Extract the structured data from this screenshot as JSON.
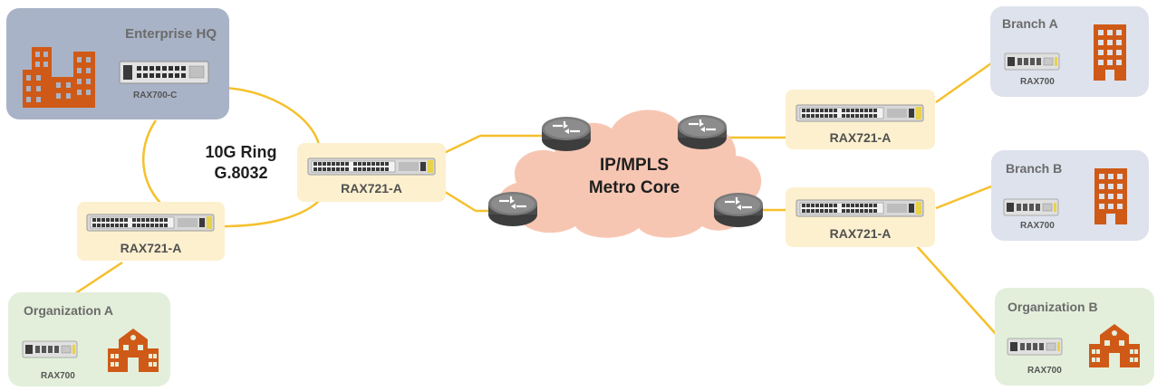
{
  "colors": {
    "link": "#f5c02c",
    "enterprise_bg": "#a9b3c7",
    "branch_bg": "#dde2ec",
    "organization_bg": "#e3efda",
    "node_bg": "#fdf0cf",
    "cloud_fill": "#f7c6b2",
    "building": "#cf5a17",
    "router_body": "#4d4d4d"
  },
  "sites": {
    "enterprise_hq": {
      "title": "Enterprise HQ",
      "device": "RAX700-C",
      "building_icon": "office-buildings-icon"
    },
    "branch_a": {
      "title": "Branch A",
      "device": "RAX700",
      "building_icon": "office-building-icon"
    },
    "branch_b": {
      "title": "Branch B",
      "device": "RAX700",
      "building_icon": "office-building-icon"
    },
    "organization_a": {
      "title": "Organization A",
      "device": "RAX700",
      "building_icon": "school-building-icon"
    },
    "organization_b": {
      "title": "Organization B",
      "device": "RAX700",
      "building_icon": "school-building-icon"
    }
  },
  "ring": {
    "line1": "10G Ring",
    "line2": "G.8032"
  },
  "nodes": {
    "ring_center": "RAX721-A",
    "ring_bottom": "RAX721-A",
    "right_top": "RAX721-A",
    "right_bottom": "RAX721-A"
  },
  "cloud": {
    "line1": "IP/MPLS",
    "line2": "Metro Core",
    "router_icon": "router-icon"
  }
}
